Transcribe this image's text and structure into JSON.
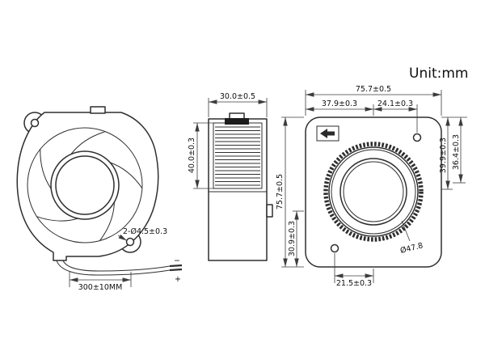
{
  "unit_label": "Unit:mm",
  "left_view": {
    "holes_label": "2-Ø4.5±0.3",
    "wire_length_label": "300±10MM",
    "minus_label": "−",
    "plus_label": "+"
  },
  "side_view": {
    "width_dim": "30.0±0.5",
    "vent_height_dim": "40.0±0.3"
  },
  "front_view": {
    "overall_width_dim": "75.7±0.5",
    "hole_offset_dim": "37.9±0.3",
    "hole_spacing_dim": "24.1±0.3",
    "overall_height_dim": "75.7±0.5",
    "right_inner_dim": "39.9±0.3",
    "right_outer_dim": "36.4±0.3",
    "left_lower_dim": "30.9±0.3",
    "bottom_offset_dim": "21.5±0.3",
    "inlet_diameter_label": "Ø47.8"
  },
  "colors": {
    "line": "#2e2e2e",
    "background": "#ffffff"
  }
}
